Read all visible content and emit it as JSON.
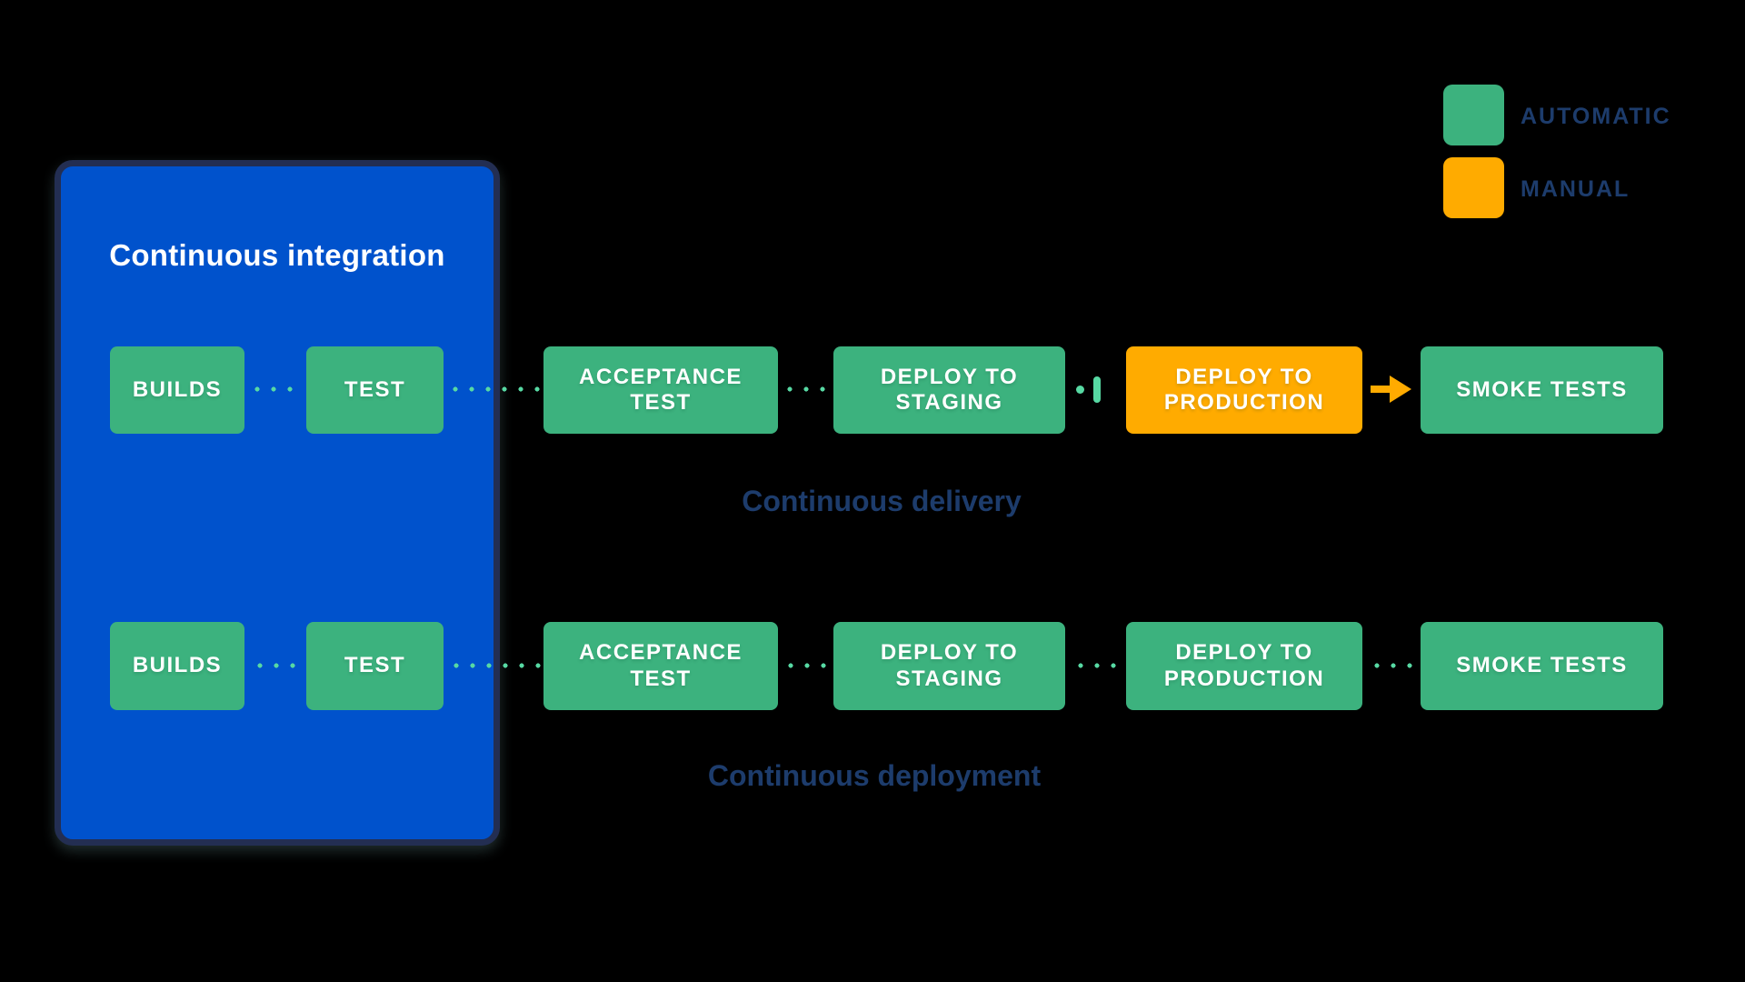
{
  "diagram": {
    "ci_box": {
      "title": "Continuous integration"
    },
    "legend": {
      "items": [
        {
          "label": "AUTOMATIC",
          "type": "automatic"
        },
        {
          "label": "MANUAL",
          "type": "manual"
        }
      ]
    },
    "pipelines": [
      {
        "caption": "Continuous delivery",
        "stages": [
          {
            "label": "BUILDS",
            "type": "automatic"
          },
          {
            "label": "TEST",
            "type": "automatic"
          },
          {
            "label": "ACCEPTANCE TEST",
            "type": "automatic"
          },
          {
            "label": "DEPLOY TO STAGING",
            "type": "automatic"
          },
          {
            "label": "DEPLOY TO PRODUCTION",
            "type": "manual"
          },
          {
            "label": "SMOKE TESTS",
            "type": "automatic"
          }
        ]
      },
      {
        "caption": "Continuous deployment",
        "stages": [
          {
            "label": "BUILDS",
            "type": "automatic"
          },
          {
            "label": "TEST",
            "type": "automatic"
          },
          {
            "label": "ACCEPTANCE TEST",
            "type": "automatic"
          },
          {
            "label": "DEPLOY TO STAGING",
            "type": "automatic"
          },
          {
            "label": "DEPLOY TO PRODUCTION",
            "type": "automatic"
          },
          {
            "label": "SMOKE TESTS",
            "type": "automatic"
          }
        ]
      }
    ],
    "colors": {
      "automatic": "#3CB27E",
      "manual": "#FFAB00",
      "ci_container_fill": "#0052CC",
      "ci_container_border": "#232E52",
      "connector_dot": "#57D9A3",
      "heading_text": "#1D3C6C",
      "stage_text": "#FFFFFF",
      "background": "#000000"
    }
  }
}
